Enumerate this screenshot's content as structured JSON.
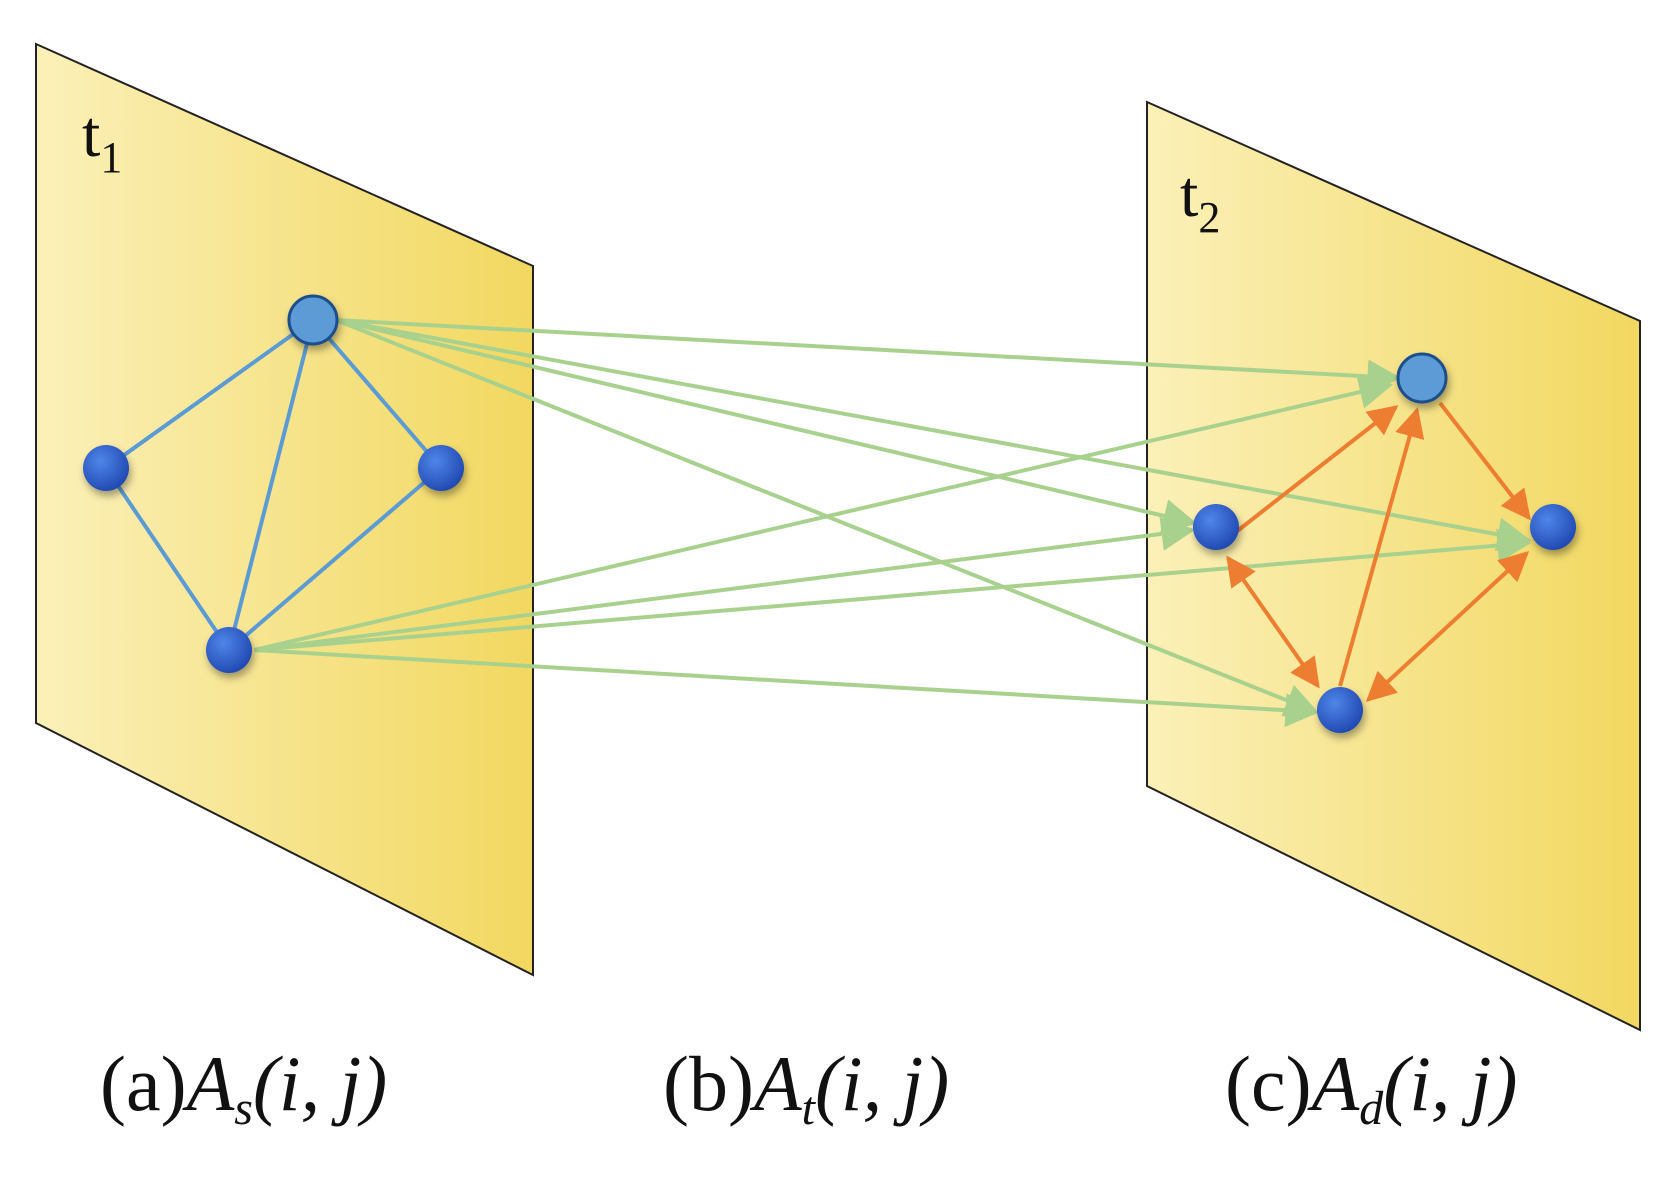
{
  "planes": [
    {
      "id": "t1",
      "label_main": "t",
      "label_sub": "1"
    },
    {
      "id": "t2",
      "label_main": "t",
      "label_sub": "2"
    }
  ],
  "captions": [
    {
      "tag": "(a)",
      "symbol": "A",
      "subscript": "s",
      "args": "(i, j)"
    },
    {
      "tag": "(b)",
      "symbol": "A",
      "subscript": "t",
      "args": "(i, j)"
    },
    {
      "tag": "(c)",
      "symbol": "A",
      "subscript": "d",
      "args": "(i, j)"
    }
  ],
  "colors": {
    "plane_light": "#fbf0b8",
    "plane_dark": "#f2d860",
    "node_dark": "#2f5fcc",
    "node_light": "#5b9bd5",
    "spatial_edge": "#5b9bd5",
    "temporal_edge": "#a9d18e",
    "dynamic_edge": "#ed7d31"
  },
  "graph": {
    "t1_nodes": [
      "top",
      "left",
      "right",
      "bottom"
    ],
    "t2_nodes": [
      "top",
      "left",
      "right",
      "bottom"
    ],
    "spatial_edges": [
      [
        "top",
        "left"
      ],
      [
        "top",
        "right"
      ],
      [
        "top",
        "bottom"
      ],
      [
        "left",
        "bottom"
      ],
      [
        "right",
        "bottom"
      ]
    ],
    "temporal_edges": [
      [
        "top",
        "top"
      ],
      [
        "top",
        "left"
      ],
      [
        "top",
        "right"
      ],
      [
        "top",
        "bottom"
      ],
      [
        "bottom",
        "top"
      ],
      [
        "bottom",
        "left"
      ],
      [
        "bottom",
        "right"
      ],
      [
        "bottom",
        "bottom"
      ]
    ],
    "dynamic_edges": [
      {
        "from": "left",
        "to": "top",
        "directed": "one-way"
      },
      {
        "from": "bottom",
        "to": "top",
        "directed": "one-way"
      },
      {
        "from": "top",
        "to": "right",
        "directed": "one-way"
      },
      {
        "from": "left",
        "to": "bottom",
        "directed": "both"
      },
      {
        "from": "right",
        "to": "bottom",
        "directed": "both"
      }
    ]
  }
}
